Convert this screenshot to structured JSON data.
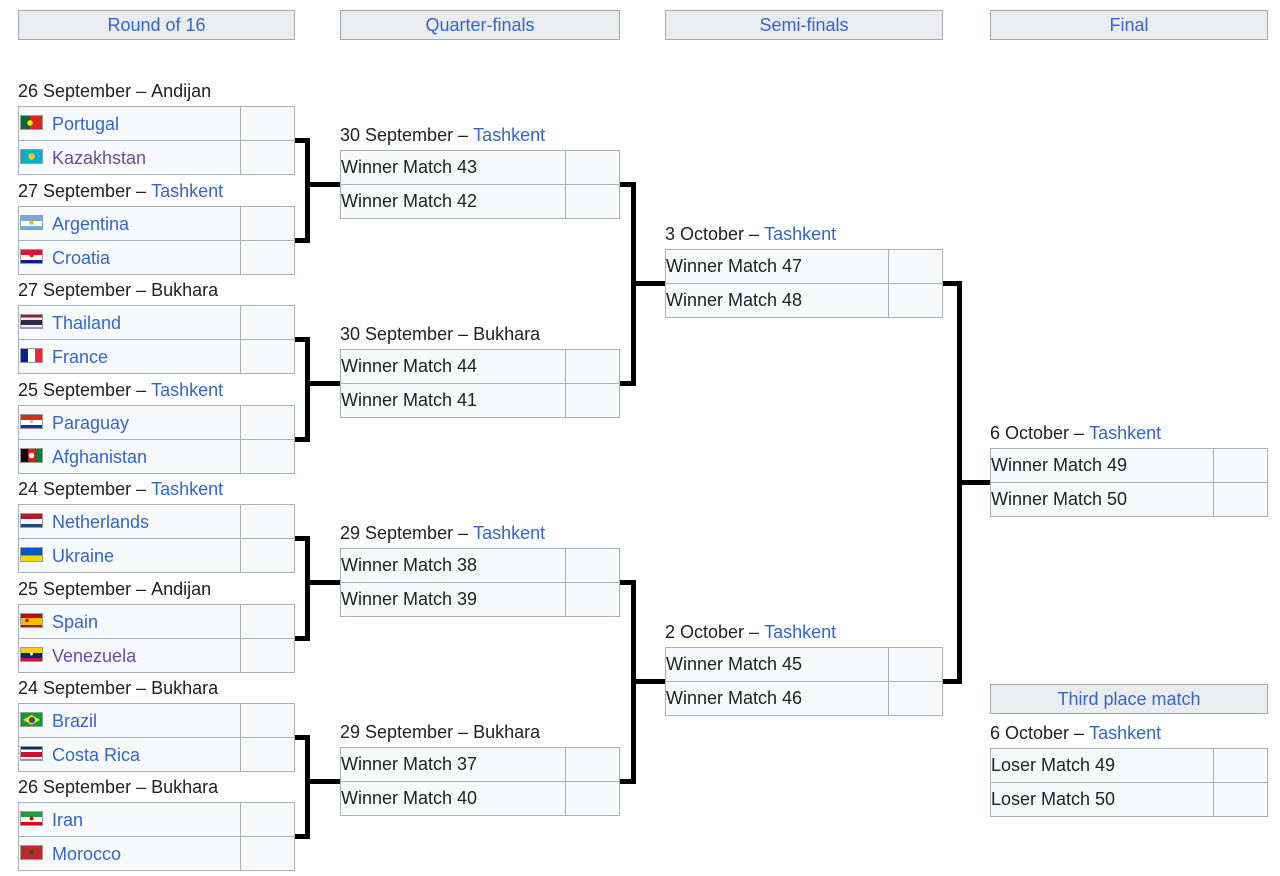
{
  "colors": {
    "link_blue": "#3366cc",
    "visited_purple": "#6b4ba1",
    "text_black": "#202122",
    "cell_background": "#f8f9fa",
    "cell_border": "#aab0b8",
    "header_background": "#eaecf0",
    "header_border": "#a2a9b1",
    "bracket_line": "#000000"
  },
  "column_headers": [
    {
      "label": "Round of 16"
    },
    {
      "label": "Quarter-finals"
    },
    {
      "label": "Semi-finals"
    },
    {
      "label": "Final"
    }
  ],
  "third_place_header": {
    "label": "Third place match"
  },
  "round_of_16": {
    "matches": [
      {
        "date": "26 September –",
        "city": "Andijan",
        "city_is_link": false,
        "slots": [
          {
            "label": "Portugal",
            "flag": "pt",
            "visited": false,
            "score": ""
          },
          {
            "label": "Kazakhstan",
            "flag": "kz",
            "visited": true,
            "score": ""
          }
        ]
      },
      {
        "date": "27 September –",
        "city": "Tashkent",
        "city_is_link": true,
        "slots": [
          {
            "label": "Argentina",
            "flag": "ar",
            "visited": false,
            "score": ""
          },
          {
            "label": "Croatia",
            "flag": "hr",
            "visited": false,
            "score": ""
          }
        ]
      },
      {
        "date": "27 September –",
        "city": "Bukhara",
        "city_is_link": false,
        "slots": [
          {
            "label": "Thailand",
            "flag": "th",
            "visited": false,
            "score": ""
          },
          {
            "label": "France",
            "flag": "fr",
            "visited": false,
            "score": ""
          }
        ]
      },
      {
        "date": "25 September –",
        "city": "Tashkent",
        "city_is_link": true,
        "slots": [
          {
            "label": "Paraguay",
            "flag": "py",
            "visited": false,
            "score": ""
          },
          {
            "label": "Afghanistan",
            "flag": "af",
            "visited": false,
            "score": ""
          }
        ]
      },
      {
        "date": "24 September –",
        "city": "Tashkent",
        "city_is_link": true,
        "slots": [
          {
            "label": "Netherlands",
            "flag": "nl",
            "visited": false,
            "score": ""
          },
          {
            "label": "Ukraine",
            "flag": "ua",
            "visited": false,
            "score": ""
          }
        ]
      },
      {
        "date": "25 September –",
        "city": "Andijan",
        "city_is_link": false,
        "slots": [
          {
            "label": "Spain",
            "flag": "es",
            "visited": false,
            "score": ""
          },
          {
            "label": "Venezuela",
            "flag": "ve",
            "visited": true,
            "score": ""
          }
        ]
      },
      {
        "date": "24 September –",
        "city": "Bukhara",
        "city_is_link": false,
        "slots": [
          {
            "label": "Brazil",
            "flag": "br",
            "visited": false,
            "score": ""
          },
          {
            "label": "Costa Rica",
            "flag": "cr",
            "visited": false,
            "score": ""
          }
        ]
      },
      {
        "date": "26 September –",
        "city": "Bukhara",
        "city_is_link": false,
        "slots": [
          {
            "label": "Iran",
            "flag": "ir",
            "visited": false,
            "score": ""
          },
          {
            "label": "Morocco",
            "flag": "ma",
            "visited": false,
            "score": ""
          }
        ]
      }
    ]
  },
  "quarter_finals": {
    "matches": [
      {
        "date": "30 September –",
        "city": "Tashkent",
        "city_is_link": true,
        "slots": [
          {
            "label": "Winner Match 43",
            "score": ""
          },
          {
            "label": "Winner Match 42",
            "score": ""
          }
        ]
      },
      {
        "date": "30 September –",
        "city": "Bukhara",
        "city_is_link": false,
        "slots": [
          {
            "label": "Winner Match 44",
            "score": ""
          },
          {
            "label": "Winner Match 41",
            "score": ""
          }
        ]
      },
      {
        "date": "29 September –",
        "city": "Tashkent",
        "city_is_link": true,
        "slots": [
          {
            "label": "Winner Match 38",
            "score": ""
          },
          {
            "label": "Winner Match 39",
            "score": ""
          }
        ]
      },
      {
        "date": "29 September –",
        "city": "Bukhara",
        "city_is_link": false,
        "slots": [
          {
            "label": "Winner Match 37",
            "score": ""
          },
          {
            "label": "Winner Match 40",
            "score": ""
          }
        ]
      }
    ]
  },
  "semi_finals": {
    "matches": [
      {
        "date": "3 October –",
        "city": "Tashkent",
        "city_is_link": true,
        "slots": [
          {
            "label": "Winner Match 47",
            "score": ""
          },
          {
            "label": "Winner Match 48",
            "score": ""
          }
        ]
      },
      {
        "date": "2 October –",
        "city": "Tashkent",
        "city_is_link": true,
        "slots": [
          {
            "label": "Winner Match 45",
            "score": ""
          },
          {
            "label": "Winner Match 46",
            "score": ""
          }
        ]
      }
    ]
  },
  "final": {
    "matches": [
      {
        "date": "6 October –",
        "city": "Tashkent",
        "city_is_link": true,
        "slots": [
          {
            "label": "Winner Match 49",
            "score": ""
          },
          {
            "label": "Winner Match 50",
            "score": ""
          }
        ]
      }
    ]
  },
  "third_place": {
    "matches": [
      {
        "date": "6 October –",
        "city": "Tashkent",
        "city_is_link": true,
        "slots": [
          {
            "label": "Loser Match 49",
            "score": ""
          },
          {
            "label": "Loser Match 50",
            "score": ""
          }
        ]
      }
    ]
  }
}
